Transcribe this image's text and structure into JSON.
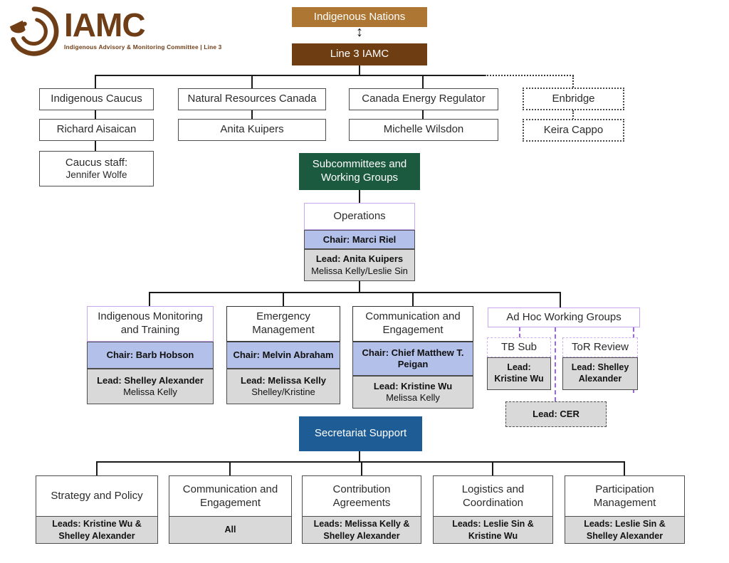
{
  "logo": {
    "brand": "IAMC",
    "tagline": "Indigenous Advisory & Monitoring Committee | Line 3"
  },
  "top": {
    "nations": "Indigenous Nations",
    "arrow": "↕",
    "iamc": "Line 3 IAMC"
  },
  "columns": [
    {
      "org": "Indigenous Caucus",
      "person": "Richard Aisaican",
      "staff_title": "Caucus staff:",
      "staff_name": "Jennifer Wolfe"
    },
    {
      "org": "Natural Resources Canada",
      "person": "Anita Kuipers"
    },
    {
      "org": "Canada Energy Regulator",
      "person": "Michelle Wilsdon"
    },
    {
      "org": "Enbridge",
      "person": "Keira Cappo"
    }
  ],
  "subcommittees": {
    "header": "Subcommittees and Working Groups"
  },
  "operations": {
    "title": "Operations",
    "chair": "Chair: Marci Riel",
    "lead": "Lead: Anita Kuipers",
    "lead_sub": "Melissa Kelly/Leslie Sin"
  },
  "groups": [
    {
      "title": "Indigenous Monitoring and Training",
      "chair": "Chair: Barb Hobson",
      "lead": "Lead: Shelley Alexander",
      "lead_sub": "Melissa Kelly"
    },
    {
      "title": "Emergency Management",
      "chair": "Chair: Melvin Abraham",
      "lead": "Lead: Melissa Kelly",
      "lead_sub": "Shelley/Kristine"
    },
    {
      "title": "Communication and Engagement",
      "chair": "Chair: Chief Matthew T. Peigan",
      "lead": "Lead: Kristine Wu",
      "lead_sub": "Melissa Kelly"
    }
  ],
  "adhoc": {
    "title": "Ad Hoc Working Groups",
    "subgroups": [
      {
        "title": "TB Sub",
        "lead": "Lead: Kristine Wu"
      },
      {
        "title": "ToR Review",
        "lead": "Lead: Shelley Alexander"
      }
    ],
    "bottom_lead": "Lead: CER"
  },
  "secretariat": {
    "header": "Secretariat Support",
    "teams": [
      {
        "title": "Strategy and Policy",
        "lead": "Leads: Kristine Wu & Shelley Alexander"
      },
      {
        "title": "Communication and Engagement",
        "lead": "All"
      },
      {
        "title": "Contribution Agreements",
        "lead": "Leads: Melissa Kelly & Shelley Alexander"
      },
      {
        "title": "Logistics and Coordination",
        "lead": "Leads: Leslie Sin & Kristine Wu"
      },
      {
        "title": "Participation Management",
        "lead": "Leads: Leslie Sin & Shelley Alexander"
      }
    ]
  },
  "colors": {
    "tan": "#ad7733",
    "brown": "#6f3d12",
    "green": "#1b5a3e",
    "periwinkle": "#b3c0e9",
    "gray_band": "#d9d9d9",
    "blue": "#1e5c95",
    "purple_border": "#c9a7f2",
    "purple_dash": "#9c64ee",
    "logo_brown": "#6f3d16"
  }
}
